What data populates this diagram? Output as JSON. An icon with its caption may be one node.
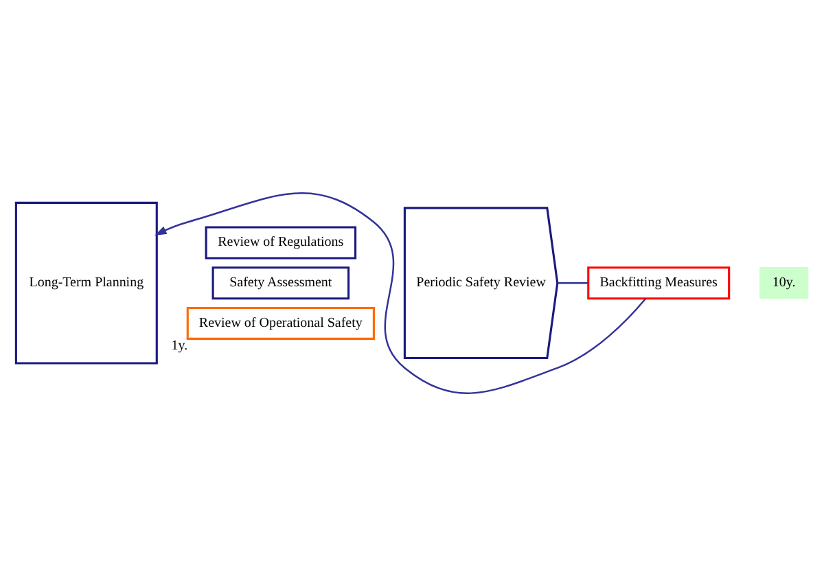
{
  "diagram": {
    "nodes": [
      {
        "text": [
          "Long-Term Planning"
        ]
      },
      {
        "text": [
          "Review of Regulations"
        ]
      },
      {
        "text": [
          "Safety Assessment"
        ]
      },
      {
        "text": [
          "Review of Operational Safety"
        ],
        "beside": [
          "1y."
        ]
      },
      {
        "text": [
          "Periodic Safety Review"
        ]
      },
      {
        "text": [
          "Backfitting Measures"
        ]
      },
      {
        "text": [
          "10y."
        ]
      }
    ],
    "edges": [
      {
        "from": 4,
        "to": 5,
        "arrow": "none"
      },
      {
        "from": 5,
        "to": 0,
        "arrow": "to"
      }
    ]
  }
}
